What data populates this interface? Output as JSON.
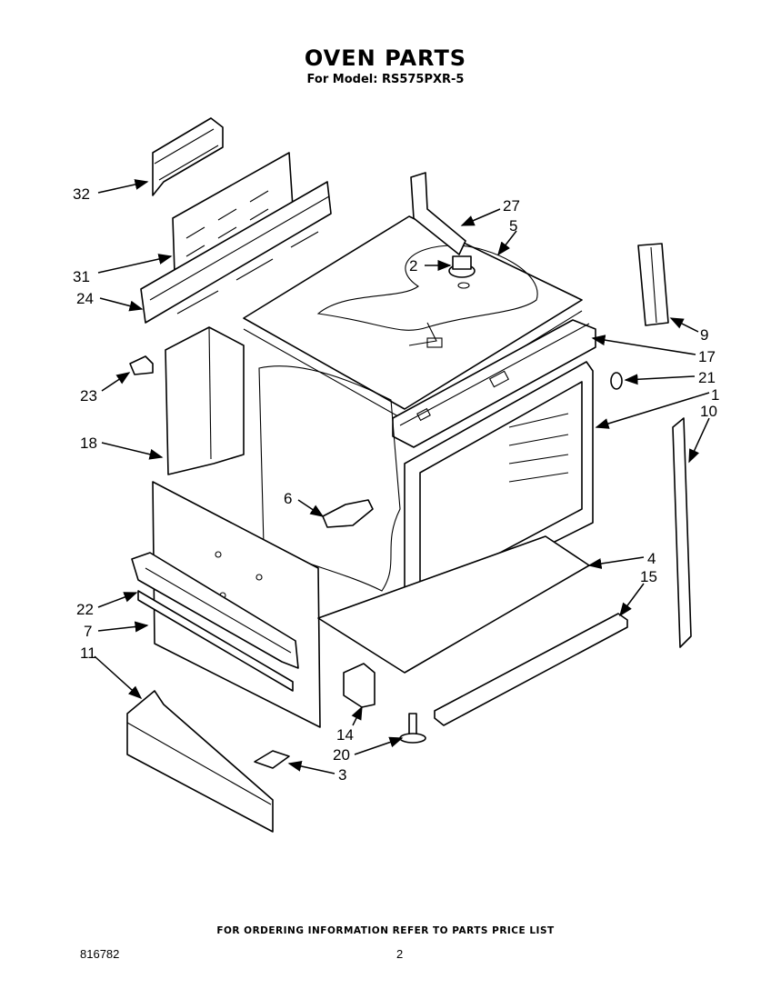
{
  "header": {
    "title": "OVEN PARTS",
    "subtitle": "For Model: RS575PXR-5"
  },
  "callouts": [
    {
      "id": "c32",
      "label": "32"
    },
    {
      "id": "c31",
      "label": "31"
    },
    {
      "id": "c24",
      "label": "24"
    },
    {
      "id": "c23",
      "label": "23"
    },
    {
      "id": "c18",
      "label": "18"
    },
    {
      "id": "c27",
      "label": "27"
    },
    {
      "id": "c5",
      "label": "5"
    },
    {
      "id": "c2",
      "label": "2"
    },
    {
      "id": "c9",
      "label": "9"
    },
    {
      "id": "c17",
      "label": "17"
    },
    {
      "id": "c21",
      "label": "21"
    },
    {
      "id": "c1",
      "label": "1"
    },
    {
      "id": "c10",
      "label": "10"
    },
    {
      "id": "c6",
      "label": "6"
    },
    {
      "id": "c4",
      "label": "4"
    },
    {
      "id": "c15",
      "label": "15"
    },
    {
      "id": "c22",
      "label": "22"
    },
    {
      "id": "c7",
      "label": "7"
    },
    {
      "id": "c11",
      "label": "11"
    },
    {
      "id": "c14",
      "label": "14"
    },
    {
      "id": "c20",
      "label": "20"
    },
    {
      "id": "c3",
      "label": "3"
    }
  ],
  "footer": {
    "note": "FOR ORDERING INFORMATION REFER TO PARTS PRICE LIST",
    "doc_number": "816782",
    "page_number": "2"
  }
}
